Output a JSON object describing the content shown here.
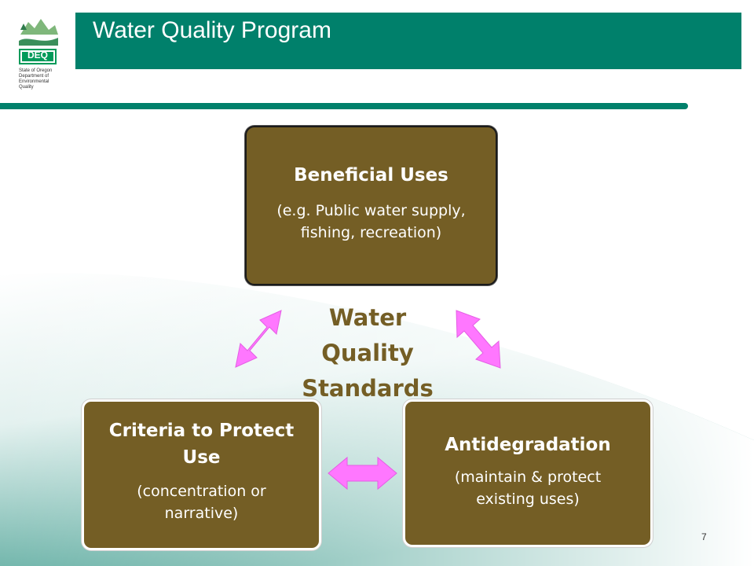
{
  "header": {
    "title": "Water Quality Program"
  },
  "logo": {
    "badge": "DEQ",
    "caption": [
      "State of Oregon",
      "Department of",
      "Environmental",
      "Quality"
    ]
  },
  "diagram": {
    "center_label": [
      "Water",
      "Quality",
      "Standards"
    ],
    "boxes": {
      "top": {
        "title": "Beneficial Uses",
        "subtitle": "(e.g. Public water supply, fishing, recreation)"
      },
      "left": {
        "title": "Criteria to Protect Use",
        "subtitle": "(concentration or narrative)"
      },
      "right": {
        "title": "Antidegradation",
        "subtitle": "(maintain & protect existing uses)"
      }
    },
    "colors": {
      "box": "#745e25",
      "arrow": "#ff77ff",
      "accent": "#00806b"
    }
  },
  "footer": {
    "page_number": "7"
  }
}
